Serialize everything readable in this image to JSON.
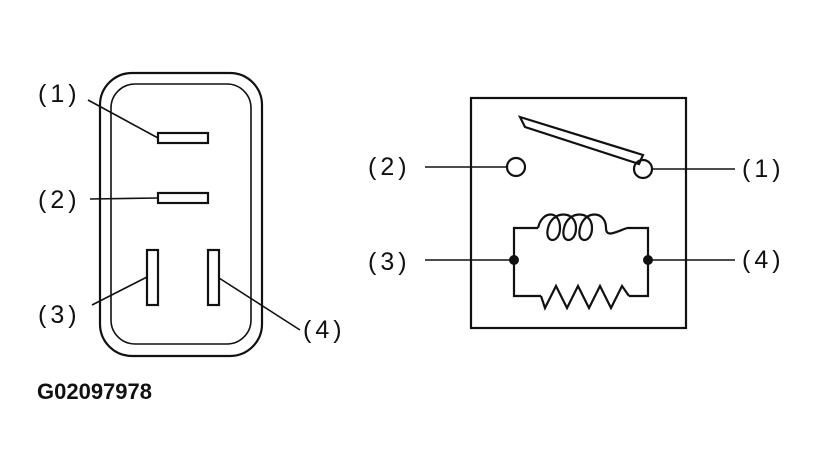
{
  "connector_view": {
    "labels": [
      "(1)",
      "(2)",
      "(3)",
      "(4)"
    ]
  },
  "schematic": {
    "labels": [
      "(2)",
      "(1)",
      "(3)",
      "(4)"
    ]
  },
  "figure_code": "G02097978"
}
